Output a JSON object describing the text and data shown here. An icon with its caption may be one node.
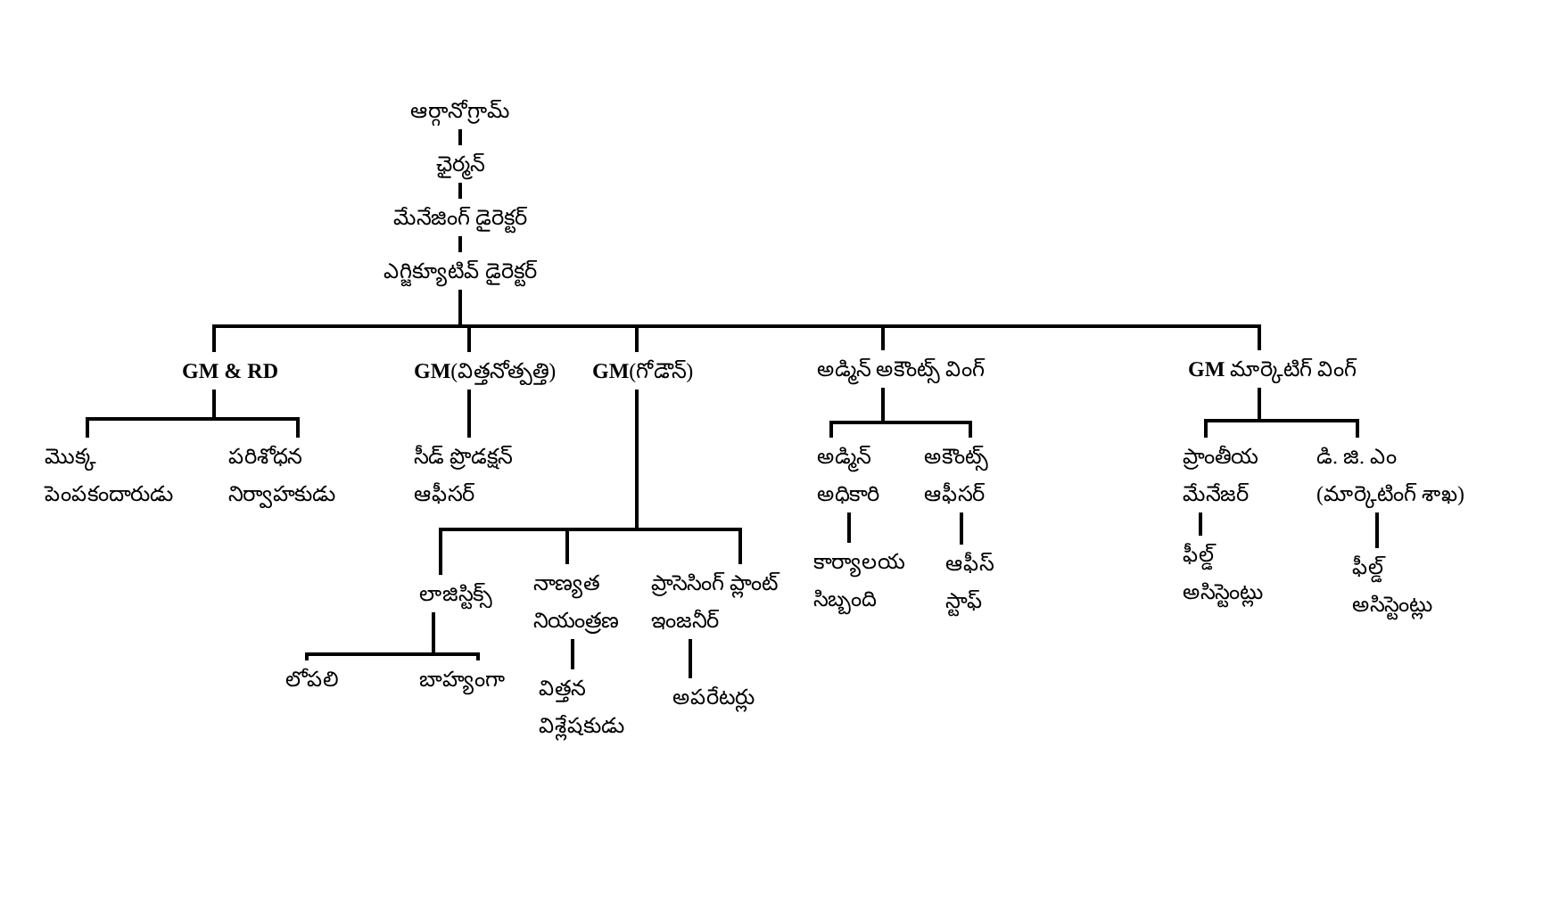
{
  "diagram": {
    "nodes": [
      {
        "text": [
          "ఆర్గానోగ్రామ్"
        ]
      },
      {
        "text": [
          "ఛైర్మన్"
        ]
      },
      {
        "text": [
          "మేనేజింగ్ డైరెక్టర్"
        ]
      },
      {
        "text": [
          "ఎగ్జిక్యూటివ్ డైరెక్టర్"
        ]
      },
      {
        "text": [
          "GM & RD"
        ]
      },
      {
        "text": [
          "**GM**(విత్తనోత్పత్తి)"
        ]
      },
      {
        "text": [
          "**GM**(గోడౌన్)"
        ]
      },
      {
        "text": [
          "అడ్మిన్ అకౌంట్స్ వింగ్"
        ]
      },
      {
        "text": [
          "**GM** మార్కెటిగ్ వింగ్"
        ]
      },
      {
        "text": [
          "మొక్క పెంపకందారుడు"
        ]
      },
      {
        "text": [
          "పరిశోధన నిర్వాహకుడు"
        ]
      },
      {
        "text": [
          "సీడ్ ప్రొడక్షన్ ఆఫీసర్"
        ]
      },
      {
        "text": [
          "అడ్మిన్ అధికారి"
        ]
      },
      {
        "text": [
          "అకౌంట్స్ ఆఫీసర్"
        ]
      },
      {
        "text": [
          "ప్రాంతీయ మేనేజర్"
        ]
      },
      {
        "text": [
          "డి. జి. ఎం (మార్కెటింగ్ శాఖ)"
        ]
      },
      {
        "text": [
          "కార్యాలయ సిబ్బంది"
        ]
      },
      {
        "text": [
          "ఆఫీస్ స్టాఫ్"
        ]
      },
      {
        "text": [
          "ఫీల్డ్ అసిస్టెంట్లు"
        ]
      },
      {
        "text": [
          "ఫీల్డ్ అసిస్టెంట్లు"
        ]
      },
      {
        "text": [
          "లాజిస్టిక్స్"
        ]
      },
      {
        "text": [
          "నాణ్యత నియంత్రణ"
        ]
      },
      {
        "text": [
          "ప్రాసెసింగ్ ప్లాంట్ ఇంజనీర్"
        ]
      },
      {
        "text": [
          "లోపలి"
        ]
      },
      {
        "text": [
          "బాహ్యంగా"
        ]
      },
      {
        "text": [
          "విత్తన విశ్లేషకుడు"
        ]
      },
      {
        "text": [
          "అపరేటర్లు"
        ]
      }
    ],
    "edges": [
      {
        "from": 0,
        "to": 1,
        "arrow": "none"
      },
      {
        "from": 1,
        "to": 2,
        "arrow": "none"
      },
      {
        "from": 2,
        "to": 3,
        "arrow": "none"
      },
      {
        "from": 3,
        "to": 4,
        "arrow": "none"
      },
      {
        "from": 3,
        "to": 5,
        "arrow": "none"
      },
      {
        "from": 3,
        "to": 6,
        "arrow": "none"
      },
      {
        "from": 3,
        "to": 7,
        "arrow": "none"
      },
      {
        "from": 3,
        "to": 8,
        "arrow": "none"
      },
      {
        "from": 4,
        "to": 9,
        "arrow": "none"
      },
      {
        "from": 4,
        "to": 10,
        "arrow": "none"
      },
      {
        "from": 5,
        "to": 11,
        "arrow": "none"
      },
      {
        "from": 7,
        "to": 12,
        "arrow": "none"
      },
      {
        "from": 7,
        "to": 13,
        "arrow": "none"
      },
      {
        "from": 8,
        "to": 14,
        "arrow": "none"
      },
      {
        "from": 8,
        "to": 15,
        "arrow": "none"
      },
      {
        "from": 12,
        "to": 16,
        "arrow": "none"
      },
      {
        "from": 13,
        "to": 17,
        "arrow": "none"
      },
      {
        "from": 14,
        "to": 18,
        "arrow": "none"
      },
      {
        "from": 15,
        "to": 19,
        "arrow": "none"
      },
      {
        "from": 6,
        "to": 20,
        "arrow": "none"
      },
      {
        "from": 6,
        "to": 21,
        "arrow": "none"
      },
      {
        "from": 6,
        "to": 22,
        "arrow": "none"
      },
      {
        "from": 20,
        "to": 23,
        "arrow": "none"
      },
      {
        "from": 20,
        "to": 24,
        "arrow": "none"
      },
      {
        "from": 21,
        "to": 25,
        "arrow": "none"
      },
      {
        "from": 22,
        "to": 26,
        "arrow": "none"
      }
    ]
  }
}
